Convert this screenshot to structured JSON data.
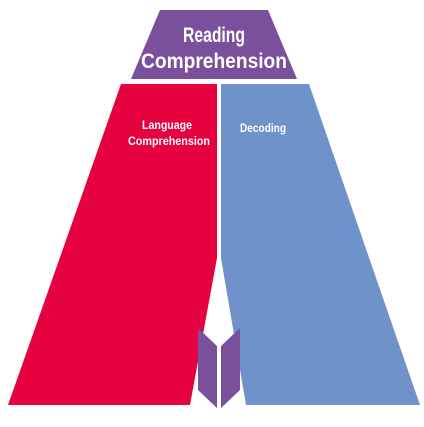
{
  "title": {
    "line1": "Reading",
    "line2": "Comprehension",
    "color": "#7a4f9c"
  },
  "left_pillar": {
    "line1": "Language",
    "line2": "Comprehension",
    "color": "#e5023e"
  },
  "right_pillar": {
    "label": "Decoding",
    "color": "#6e92c9"
  },
  "book_icon": {
    "name": "open-book-icon",
    "color": "#7a4f9c"
  }
}
